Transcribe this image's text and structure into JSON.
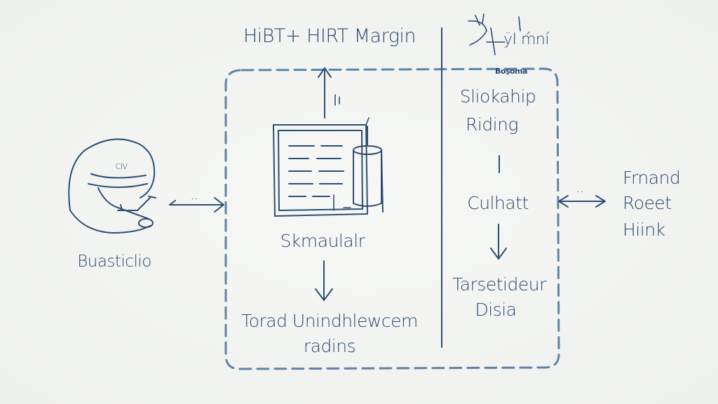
{
  "colors": {
    "ink": "#2d4e74",
    "dashed_border": "#5f83a8",
    "background": "#f3f4f2"
  },
  "labels": {
    "top_title": "HiBT+ HIRT Margin",
    "top_right_scribble": "ÿI ḿní",
    "box_corner_tag": "Boşoma",
    "left_person": "Buasticlio",
    "left_arrow_dots": "..",
    "center_node": "Skmaulalr",
    "bottom_center_line1": "Torad Unindhlewcem",
    "bottom_center_line2": "radins",
    "right_col_top_line1": "Sliokahip",
    "right_col_top_line2": "Riding",
    "right_col_middle": "Culhatt",
    "right_col_bottom_line1": "Tarsetideur",
    "right_col_bottom_line2": "Disia",
    "right_arrow_dots": "..",
    "far_right_line1": "Frnand",
    "far_right_line2": "Roeet",
    "far_right_line3": "Hiink",
    "person_badge": "CIV"
  },
  "icons": {
    "person": "person-head-icon",
    "document": "document-icon",
    "cup": "cup-icon"
  }
}
